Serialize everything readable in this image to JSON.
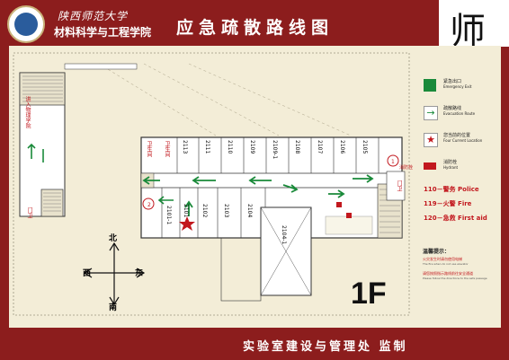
{
  "header": {
    "university": "陕西师范大学",
    "college": "材料科学与工程学院",
    "title": "应急疏散路线图",
    "calligraphy": "师"
  },
  "legend": {
    "items": [
      {
        "zh": "紧急出口",
        "en": "Emergency Exit",
        "icon": "emergency-exit-icon",
        "color": "#1a8a3a"
      },
      {
        "zh": "疏散路线",
        "en": "Evacuation Route",
        "icon": "arrow-right-icon",
        "color": "#1a8a3a"
      },
      {
        "zh": "您当前的位置",
        "en": "Four Current Location",
        "icon": "star-icon",
        "color": "#c2181e"
      },
      {
        "zh": "消防栓",
        "en": "Hydrant",
        "icon": "hydrant-icon",
        "color": "#c2181e"
      }
    ],
    "phones": [
      "110－警务 Police",
      "119－火警 Fire",
      "120－急救 First aid"
    ],
    "tips_title": "温馨提示：",
    "tips": [
      {
        "zh": "火灾发生时请勿使用电梯",
        "en": "The fire when do not use elevator"
      },
      {
        "zh": "请您按照指示路线前往安全通道",
        "en": "Please follow the directions to the safe passage"
      }
    ]
  },
  "map": {
    "hydrant_label": "消防栓",
    "rooms_top": [
      "2113",
      "2111",
      "2110",
      "2109",
      "2108",
      "2107",
      "2106",
      "2105"
    ],
    "room_2109_1": "2109-1",
    "rooms_bottom": [
      "2101-1",
      "2101",
      "2102",
      "2103",
      "2104"
    ],
    "room_2104_1": "2104-1",
    "toilets": [
      "卫生间",
      "卫生间"
    ],
    "side_labels": [
      "进入物理学院",
      "门卫",
      "门卫"
    ],
    "floor": "1F"
  },
  "compass": {
    "north": "北",
    "south": "南",
    "east": "东",
    "west": "西"
  },
  "footer": "实验室建设与管理处  监制",
  "colors": {
    "frame": "#8c1d1d",
    "map_bg": "#f3edd7",
    "route": "#1a8a3a",
    "alert": "#c2181e"
  }
}
